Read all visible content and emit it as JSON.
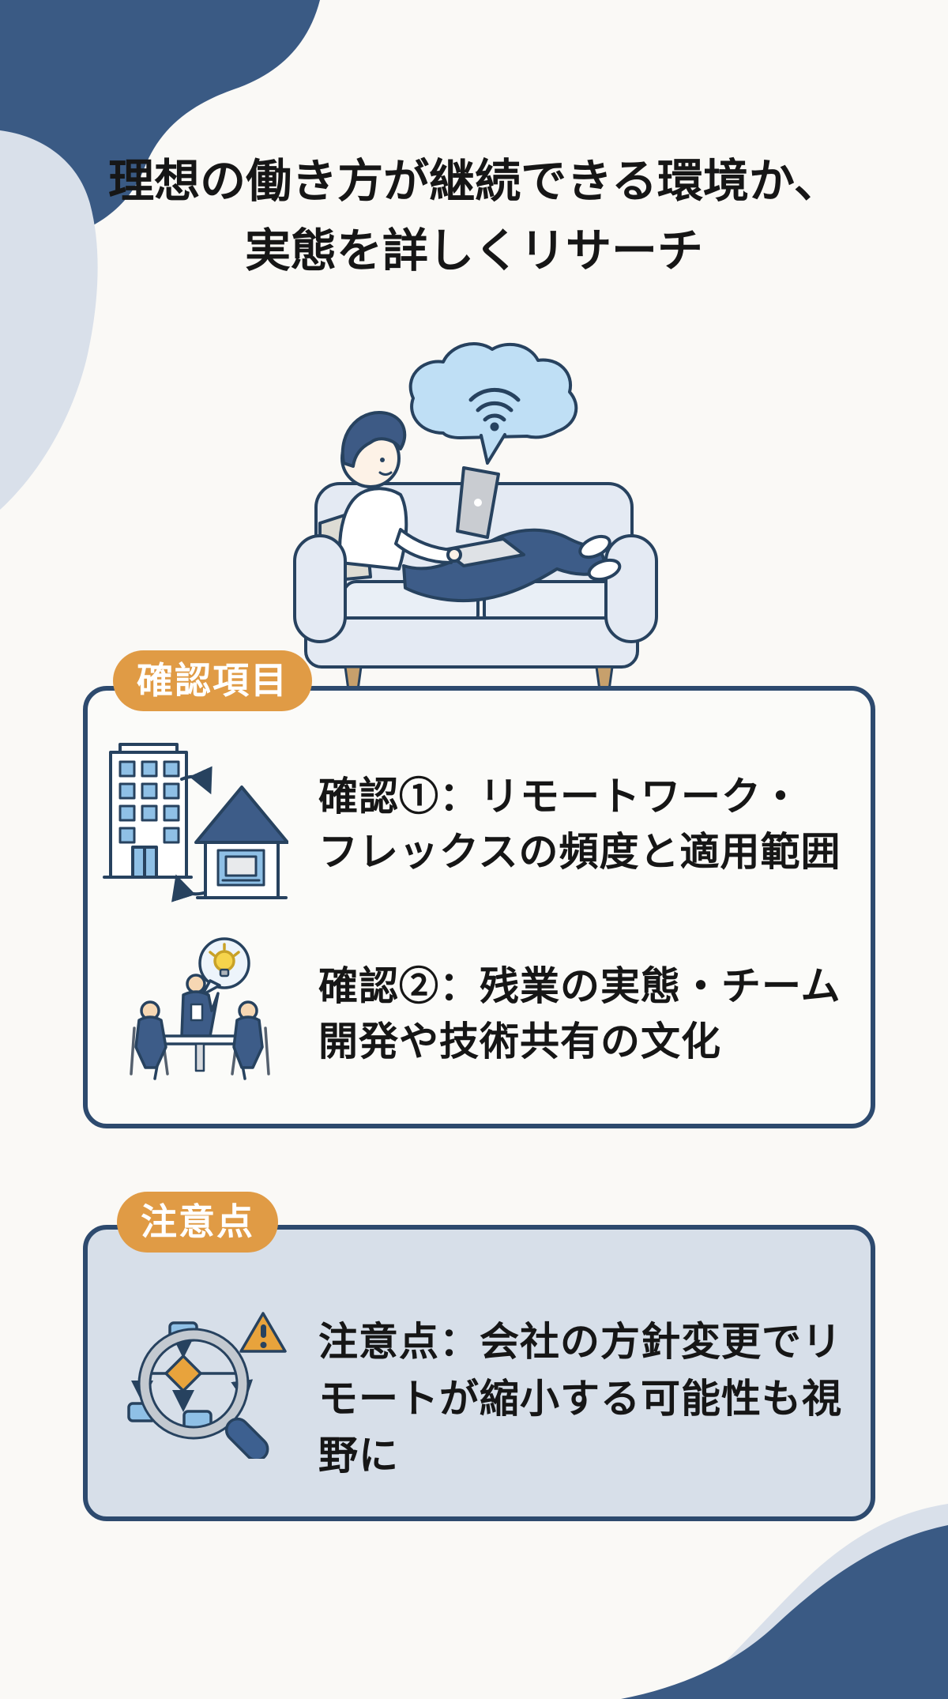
{
  "colors": {
    "navy": "#2d4a6e",
    "navy-dark": "#27425f",
    "blob-dark": "#3a5a84",
    "blob-light": "#d9e0ea",
    "badge-orange": "#e09b45",
    "card-caution-bg": "#d7dfe9",
    "card-check-bg": "#fbfbf9",
    "text": "#161616",
    "page-bg": "#faf9f6",
    "cloud-blue": "#bfdff5",
    "couch": "#e4eaf3",
    "accent-lightblue": "#8fc0e6",
    "lightbulb-yellow": "#f6d44c",
    "skin": "#f6d7b3",
    "wood": "#c7a06c"
  },
  "title": {
    "line1": "理想の働き方が継続できる環境か、",
    "line2": "実態を詳しくリサーチ"
  },
  "illustration": {
    "name": "person-working-on-laptop-on-sofa-with-wifi-cloud"
  },
  "sections": {
    "check": {
      "badge": "確認項目",
      "items": [
        {
          "icon": "office-to-home",
          "lines": [
            "確認①：リモートワーク・",
            "フレックスの頻度と適用範囲"
          ]
        },
        {
          "icon": "team-meeting-idea",
          "lines": [
            "確認②：残業の実態・チーム",
            "開発や技術共有の文化"
          ]
        }
      ]
    },
    "caution": {
      "badge": "注意点",
      "items": [
        {
          "icon": "risk-flowchart-magnifier",
          "lines": [
            "注意点：会社の方針変更でリ",
            "モートが縮小する可能性も視",
            "野に"
          ]
        }
      ]
    }
  }
}
